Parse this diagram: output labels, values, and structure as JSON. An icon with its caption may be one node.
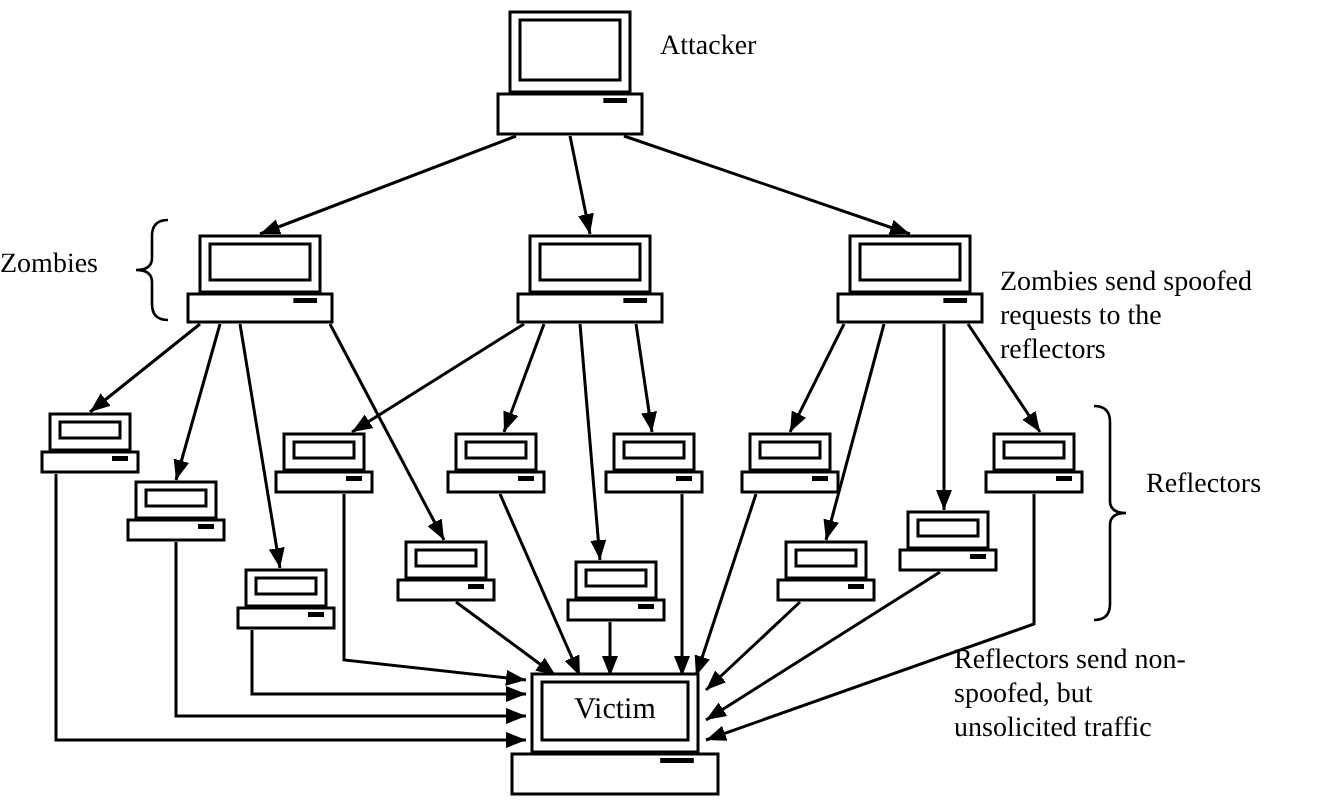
{
  "diagram": {
    "nodes": [
      {
        "text": [],
        "shape": "computer",
        "beside": [
          "Attacker"
        ]
      },
      {
        "text": [],
        "shape": "computer"
      },
      {
        "text": [],
        "shape": "computer"
      },
      {
        "text": [],
        "shape": "computer"
      },
      {
        "text": [],
        "shape": "computer"
      },
      {
        "text": [],
        "shape": "computer"
      },
      {
        "text": [],
        "shape": "computer"
      },
      {
        "text": [],
        "shape": "computer"
      },
      {
        "text": [],
        "shape": "computer"
      },
      {
        "text": [],
        "shape": "computer"
      },
      {
        "text": [],
        "shape": "computer"
      },
      {
        "text": [],
        "shape": "computer"
      },
      {
        "text": [],
        "shape": "computer"
      },
      {
        "text": [],
        "shape": "computer"
      },
      {
        "text": [],
        "shape": "computer"
      },
      {
        "text": [],
        "shape": "computer"
      },
      {
        "text": [
          "Victim"
        ]
      }
    ],
    "edges": [
      {
        "from": 0,
        "to": 1,
        "arrow": "to"
      },
      {
        "from": 0,
        "to": 2,
        "arrow": "to"
      },
      {
        "from": 0,
        "to": 3,
        "arrow": "to"
      },
      {
        "from": 1,
        "to": 4,
        "arrow": "to"
      },
      {
        "from": 1,
        "to": 5,
        "arrow": "to"
      },
      {
        "from": 1,
        "to": 6,
        "arrow": "to"
      },
      {
        "from": 1,
        "to": 8,
        "arrow": "to"
      },
      {
        "from": 2,
        "to": 7,
        "arrow": "to"
      },
      {
        "from": 2,
        "to": 9,
        "arrow": "to"
      },
      {
        "from": 2,
        "to": 10,
        "arrow": "to"
      },
      {
        "from": 2,
        "to": 11,
        "arrow": "to"
      },
      {
        "from": 3,
        "to": 12,
        "arrow": "to"
      },
      {
        "from": 3,
        "to": 13,
        "arrow": "to"
      },
      {
        "from": 3,
        "to": 14,
        "arrow": "to"
      },
      {
        "from": 3,
        "to": 15,
        "arrow": "to"
      },
      {
        "from": 4,
        "to": 16,
        "arrow": "to"
      },
      {
        "from": 5,
        "to": 16,
        "arrow": "to"
      },
      {
        "from": 6,
        "to": 16,
        "arrow": "to"
      },
      {
        "from": 7,
        "to": 16,
        "arrow": "to"
      },
      {
        "from": 8,
        "to": 16,
        "arrow": "to"
      },
      {
        "from": 9,
        "to": 16,
        "arrow": "to"
      },
      {
        "from": 10,
        "to": 16,
        "arrow": "to"
      },
      {
        "from": 11,
        "to": 16,
        "arrow": "to"
      },
      {
        "from": 12,
        "to": 16,
        "arrow": "to"
      },
      {
        "from": 13,
        "to": 16,
        "arrow": "to"
      },
      {
        "from": 14,
        "to": 16,
        "arrow": "to"
      },
      {
        "from": 15,
        "to": 16,
        "arrow": "to"
      }
    ],
    "labels": [
      "Zombies",
      "Zombies send spoofed requests to the reflectors",
      "Reflectors",
      "Reflectors send non-spoofed, but unsolicited traffic"
    ]
  }
}
